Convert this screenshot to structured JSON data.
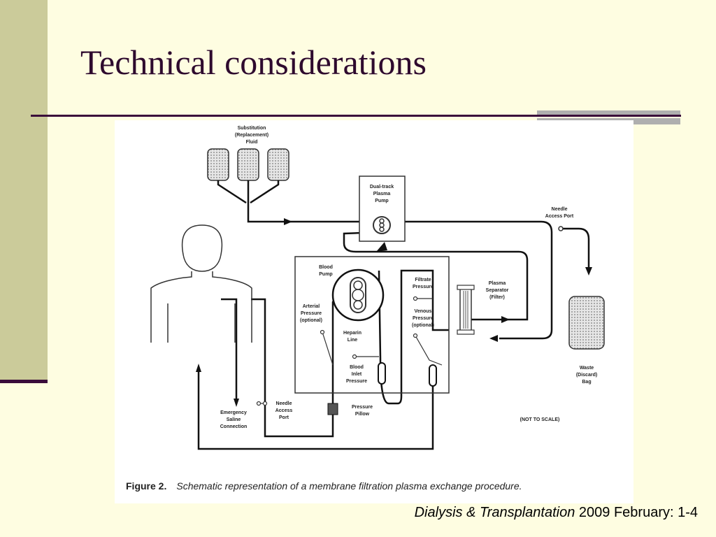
{
  "slide": {
    "title": "Technical considerations",
    "citation_journal": "Dialysis & Transplantation",
    "citation_rest": " 2009 February: 1-4"
  },
  "figure": {
    "caption_number": "Figure 2.",
    "caption_text": "Schematic representation of a membrane filtration plasma exchange procedure.",
    "labels": {
      "substitution_1": "Substitution",
      "substitution_2": "(Replacement)",
      "substitution_3": "Fluid",
      "plasma_pump_1": "Dual-track",
      "plasma_pump_2": "Plasma",
      "plasma_pump_3": "Pump",
      "needle_top_1": "Needle",
      "needle_top_2": "Access Port",
      "blood_pump_1": "Blood",
      "blood_pump_2": "Pump",
      "filtrate_1": "Filtrate",
      "filtrate_2": "Pressure",
      "separator_1": "Plasma",
      "separator_2": "Separator",
      "separator_3": "(Filter)",
      "arterial_1": "Arterial",
      "arterial_2": "Pressure",
      "arterial_3": "(optional)",
      "venous_1": "Venous",
      "venous_2": "Pressure",
      "venous_3": "(optional)",
      "heparin_1": "Heparin",
      "heparin_2": "Line",
      "inlet_1": "Blood",
      "inlet_2": "Inlet",
      "inlet_3": "Pressure",
      "emergency_1": "Emergency",
      "emergency_2": "Saline",
      "emergency_3": "Connection",
      "needle_bottom_1": "Needle",
      "needle_bottom_2": "Access",
      "needle_bottom_3": "Port",
      "pillow_1": "Pressure",
      "pillow_2": "Pillow",
      "waste_1": "Waste",
      "waste_2": "(Discard)",
      "waste_3": "Bag",
      "not_to_scale": "(NOT TO SCALE)"
    }
  }
}
